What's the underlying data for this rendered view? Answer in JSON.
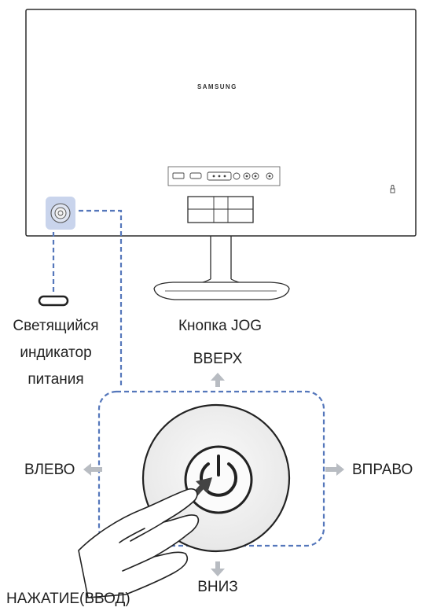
{
  "monitor": {
    "brand": "SAMSUNG"
  },
  "labels": {
    "power_indicator_line1": "Светящийся",
    "power_indicator_line2": "индикатор",
    "power_indicator_line3": "питания",
    "jog_button": "Кнопка JOG",
    "up": "ВВЕРХ",
    "down": "ВНИЗ",
    "left": "ВЛЕВО",
    "right": "ВПРАВО",
    "press": "НАЖАТИЕ(ВВОД)"
  },
  "colors": {
    "outline": "#2b2b2b",
    "dashed_line": "#5577bb",
    "jog_highlight": "#c9d4ec",
    "arrow": "#b8bcc2",
    "dial_fill": "#f2f2f2"
  }
}
